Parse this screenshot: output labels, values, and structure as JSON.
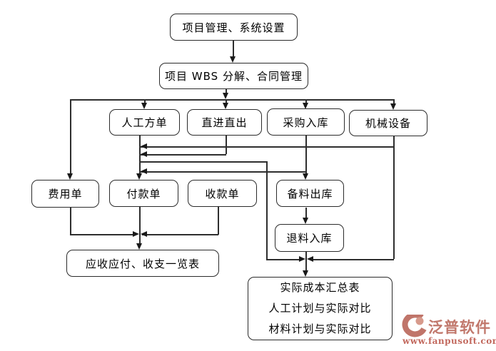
{
  "diagram": {
    "nodes": {
      "project_settings": {
        "label": "项目管理、系统设置"
      },
      "wbs_contract": {
        "label": "项目 WBS 分解、合同管理"
      },
      "labor_sheet": {
        "label": "人工方单"
      },
      "direct_in_out": {
        "label": "直进直出"
      },
      "purchase_inbound": {
        "label": "采购入库"
      },
      "machinery_equipment": {
        "label": "机械设备"
      },
      "expense_sheet": {
        "label": "费用单"
      },
      "payment_sheet": {
        "label": "付款单"
      },
      "receipt_sheet": {
        "label": "收款单"
      },
      "material_outbound": {
        "label": "备料出库"
      },
      "material_return_inbound": {
        "label": "退料入库"
      },
      "ar_ap_summary": {
        "label": "应收应付、收支一览表"
      },
      "actual_cost_report": {
        "line1": "实际成本汇总表",
        "line2": "人工计划与实际对比",
        "line3": "材料计划与实际对比"
      }
    },
    "style": {
      "line_color": "#2e2e2e",
      "box_border_color": "#2b2b2b",
      "box_background": "#ffffff",
      "text_color": "#000000"
    }
  },
  "watermark": {
    "brand": "泛普软件",
    "url": "www.fanpusoft.com",
    "brand_color": "#c1786c",
    "url_color": "#c2685d"
  }
}
